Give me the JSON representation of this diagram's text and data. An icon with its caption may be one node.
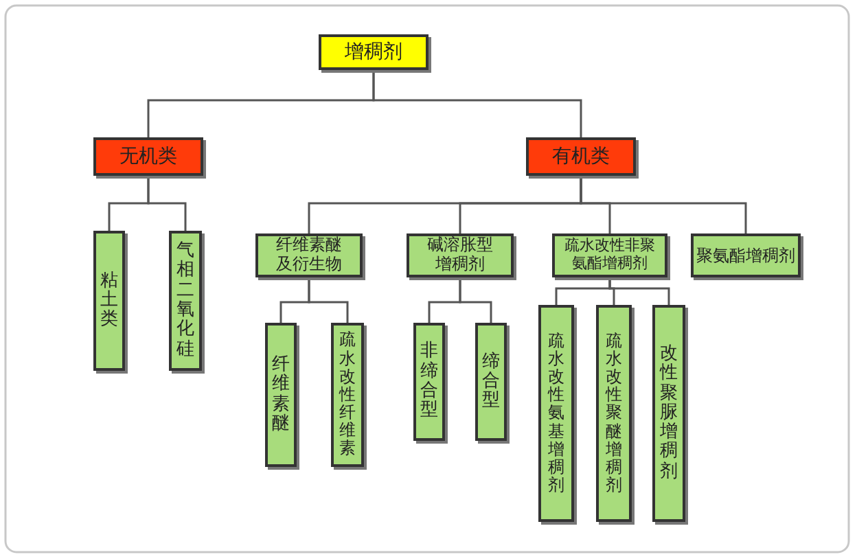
{
  "diagram": {
    "nodes": [
      {
        "text": [
          "增稠剂"
        ]
      },
      {
        "text": [
          "无机类"
        ]
      },
      {
        "text": [
          "有机类"
        ]
      },
      {
        "text": [
          "粘土类"
        ]
      },
      {
        "text": [
          "气相二氧化硅"
        ]
      },
      {
        "text": [
          "纤维素醚及衍生物"
        ]
      },
      {
        "text": [
          "碱溶胀型增稠剂"
        ]
      },
      {
        "text": [
          "疏水改性非聚氨酯增稠剂"
        ]
      },
      {
        "text": [
          "聚氨酯增稠剂"
        ]
      },
      {
        "text": [
          "纤维素醚"
        ]
      },
      {
        "text": [
          "疏水改性纤维素"
        ]
      },
      {
        "text": [
          "非缔合型"
        ]
      },
      {
        "text": [
          "缔合型"
        ]
      },
      {
        "text": [
          "疏水改性氨基增稠剂"
        ]
      },
      {
        "text": [
          "疏水改性聚醚增稠剂"
        ]
      },
      {
        "text": [
          "改性聚脲增稠剂"
        ]
      }
    ],
    "edges": [
      {
        "from": 0,
        "to": 1,
        "arrow": "none"
      },
      {
        "from": 0,
        "to": 2,
        "arrow": "none"
      },
      {
        "from": 1,
        "to": 3,
        "arrow": "none"
      },
      {
        "from": 1,
        "to": 4,
        "arrow": "none"
      },
      {
        "from": 2,
        "to": 5,
        "arrow": "none"
      },
      {
        "from": 2,
        "to": 6,
        "arrow": "none"
      },
      {
        "from": 2,
        "to": 7,
        "arrow": "none"
      },
      {
        "from": 2,
        "to": 8,
        "arrow": "none"
      },
      {
        "from": 5,
        "to": 9,
        "arrow": "none"
      },
      {
        "from": 5,
        "to": 10,
        "arrow": "none"
      },
      {
        "from": 6,
        "to": 11,
        "arrow": "none"
      },
      {
        "from": 6,
        "to": 12,
        "arrow": "none"
      },
      {
        "from": 7,
        "to": 13,
        "arrow": "none"
      },
      {
        "from": 7,
        "to": 14,
        "arrow": "none"
      },
      {
        "from": 7,
        "to": 15,
        "arrow": "none"
      }
    ]
  }
}
